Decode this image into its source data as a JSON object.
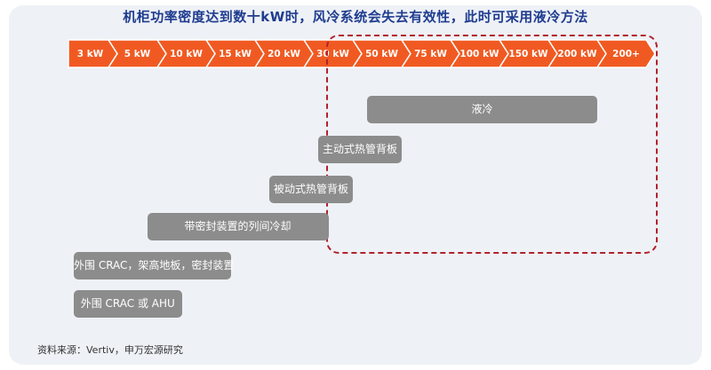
{
  "title": "机柜功率密度达到数十kW时，风冷系统会失去有效性，此时可采用液冷方法",
  "scale": {
    "color": "#f05a22",
    "labels": [
      "3 kW",
      "5 kW",
      "10 kW",
      "15 kW",
      "20 kW",
      "30 kW",
      "50 kW",
      "75 kW",
      "100 kW",
      "150 kW",
      "200 kW",
      "200+"
    ]
  },
  "bars": [
    {
      "label": "液冷",
      "start": 6,
      "end": 11
    },
    {
      "label": "主动式热管背板",
      "start": 5,
      "end": 7
    },
    {
      "label": "被动式热管背板",
      "start": 4,
      "end": 6
    },
    {
      "label": "带密封装置的列间冷却",
      "start": 1.5,
      "end": 5.5
    },
    {
      "label": "外围 CRAC，架高地板，密封装置",
      "start": 0,
      "end": 3.5
    },
    {
      "label": "外围 CRAC 或 AHU",
      "start": 0,
      "end": 2.5
    }
  ],
  "highlight_color": "#b2222b",
  "source": "资料来源：Vertiv，申万宏源研究"
}
